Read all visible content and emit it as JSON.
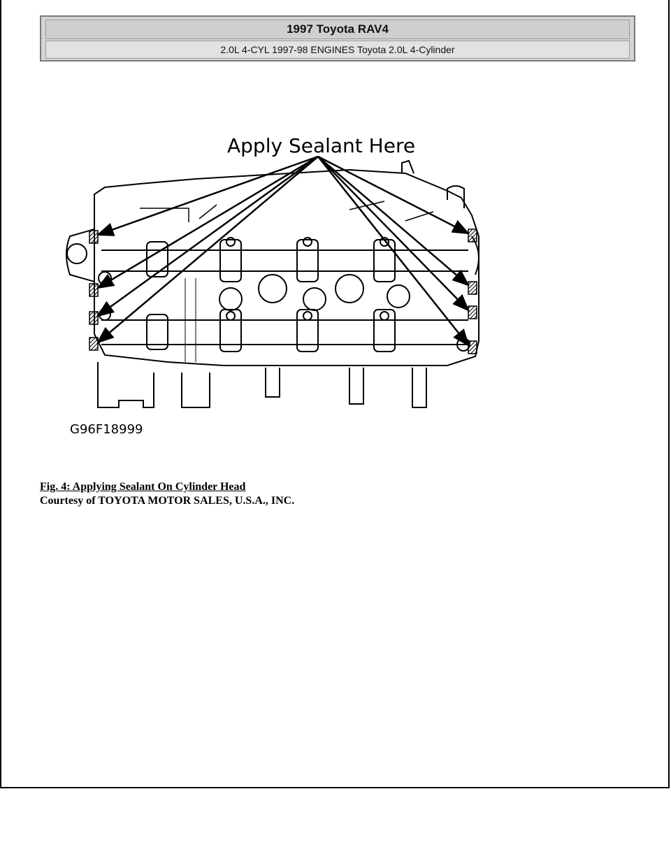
{
  "header": {
    "title": "1997 Toyota RAV4",
    "subtitle": "2.0L 4-CYL 1997-98 ENGINES Toyota 2.0L 4-Cylinder"
  },
  "figure": {
    "callout_label": "Apply Sealant Here",
    "figure_code": "G96F18999"
  },
  "caption": {
    "title": "Fig. 4: Applying Sealant On Cylinder Head",
    "courtesy": "Courtesy of TOYOTA MOTOR SALES, U.S.A., INC."
  },
  "colors": {
    "header_bg": "#d4d4d4",
    "header_border": "#7a7a7a",
    "ink": "#000000"
  }
}
